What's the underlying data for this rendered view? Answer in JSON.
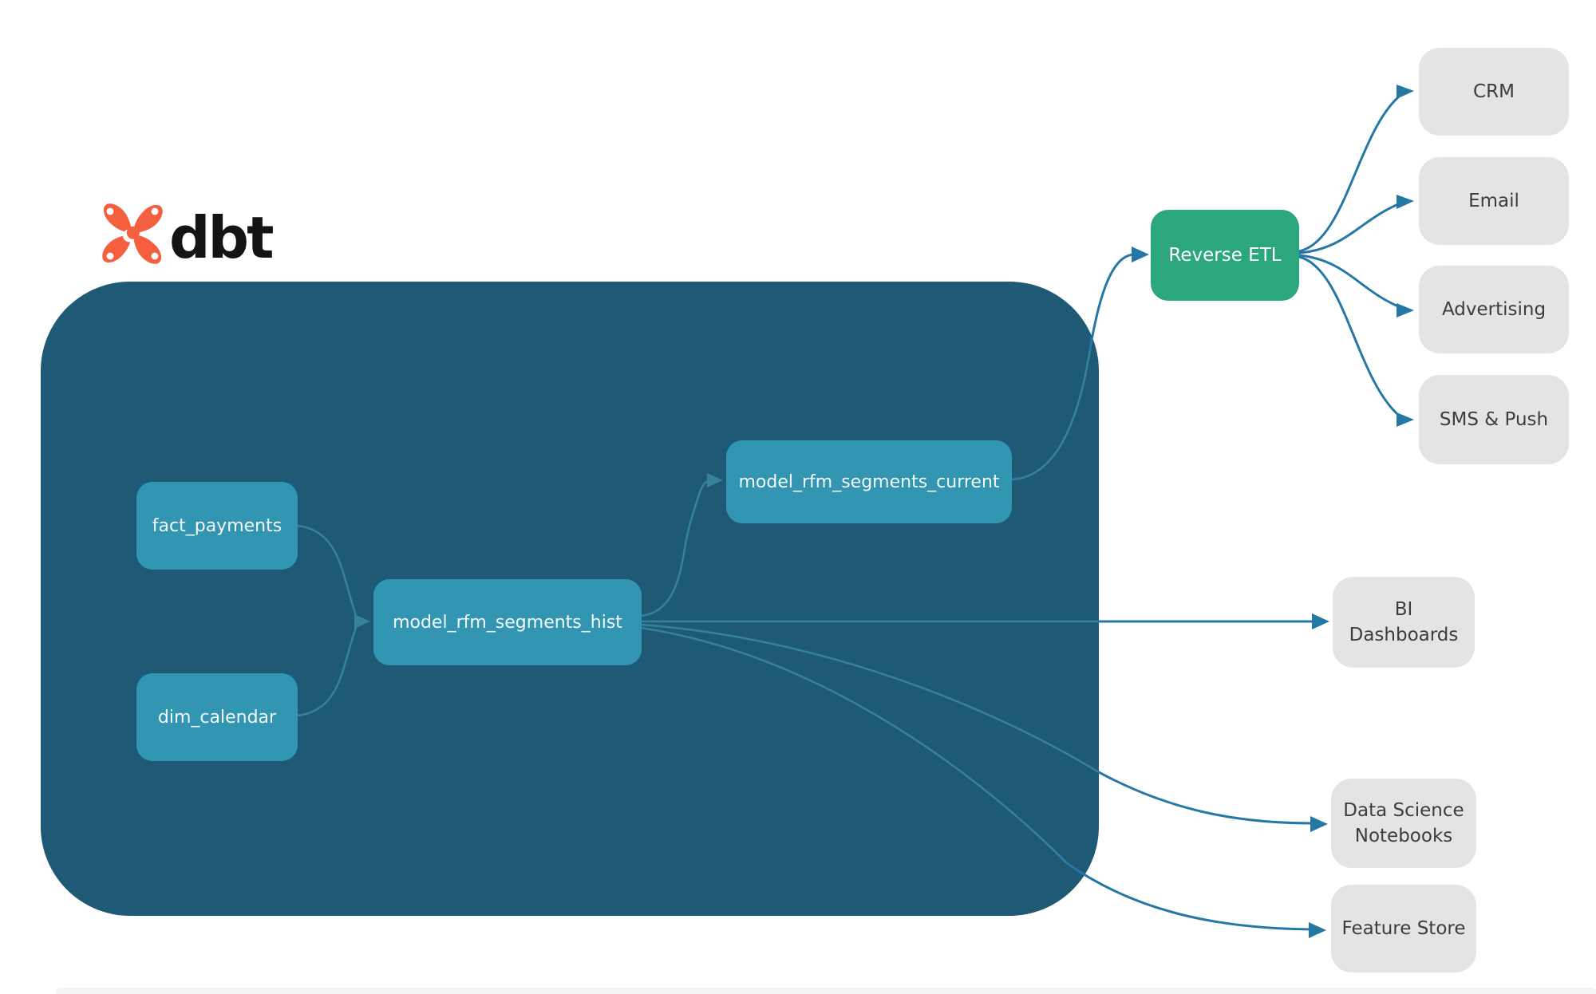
{
  "brand": {
    "logo_text": "dbt",
    "logo_icon": "dbt-star-icon"
  },
  "colors": {
    "dbt-orange": "#f4603f",
    "container-bg": "#1e5a75",
    "node-teal": "#3295b2",
    "node-green": "#2ca67c",
    "node-gray": "#e4e4e4",
    "node-gray-text": "#3d3d3d",
    "node-light-text": "#f4fafc",
    "edge-inner": "#37819c",
    "edge-outer": "#2577a4",
    "wordmark": "#141414",
    "bottom-strip": "#f4f4f4"
  },
  "dbt_project": {
    "sources": [
      {
        "label": "fact_payments"
      },
      {
        "label": "dim_calendar"
      }
    ],
    "models": [
      {
        "label": "model_rfm_segments_hist"
      },
      {
        "label": "model_rfm_segments_current"
      }
    ]
  },
  "reverse_etl": {
    "label": "Reverse ETL"
  },
  "activation_destinations": [
    {
      "label": "CRM"
    },
    {
      "label": "Email"
    },
    {
      "label": "Advertising"
    },
    {
      "label": "SMS & Push"
    }
  ],
  "analytics_destinations": [
    {
      "label": "BI Dashboards"
    },
    {
      "label": "Data Science Notebooks"
    },
    {
      "label": "Feature Store"
    }
  ]
}
